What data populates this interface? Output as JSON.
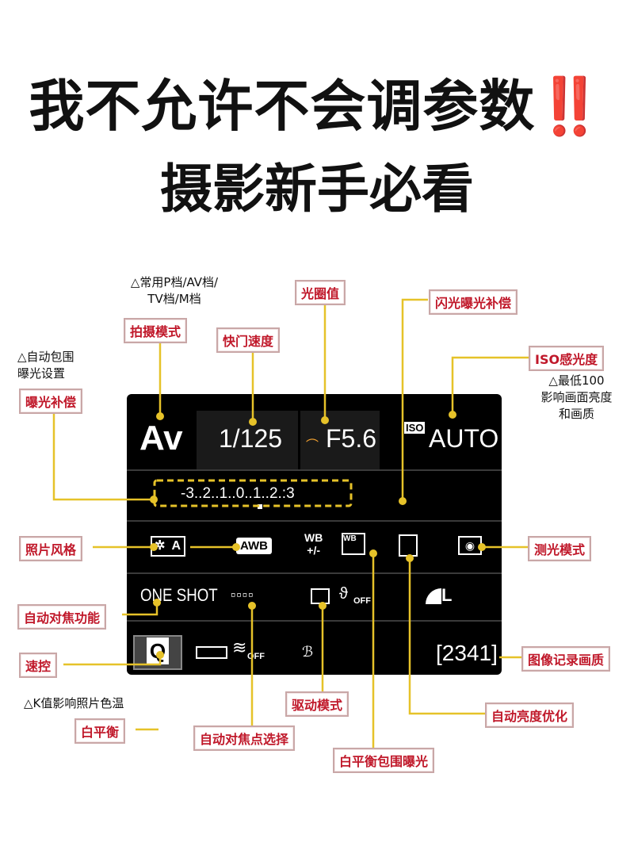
{
  "title": {
    "line1": "我不允许不会调参数",
    "line1_mark": "‼️",
    "line2": "摄影新手必看"
  },
  "screen": {
    "mode": "Av",
    "shutter": "1/125",
    "aperture": "F5.6",
    "iso_badge": "ISO",
    "iso": "AUTO",
    "exposure_scale": "-3..2..1..0..1..2.:3",
    "picture_style": "A",
    "awb": "AWB",
    "wb_shift_top": "WB",
    "wb_shift_bottom": "+/-",
    "af_operation": "ONE SHOT",
    "quality_size": "L",
    "q_button": "Q",
    "wifi": "OFF",
    "shots": "[2341]"
  },
  "labels": {
    "shooting_mode": "拍摄模式",
    "shooting_mode_note": "△常用P档/AV档/\nTV档/M档",
    "aperture": "光圈值",
    "shutter": "快门速度",
    "flash_comp": "闪光曝光补偿",
    "iso": "ISO感光度",
    "iso_note": "△最低100\n影响画面亮度\n和画质",
    "exposure_comp": "曝光补偿",
    "exposure_comp_note": "△自动包围\n曝光设置",
    "picture_style": "照片风格",
    "metering": "测光模式",
    "af_operation": "自动对焦功能",
    "quick_control": "速控",
    "image_quality": "图像记录画质",
    "drive_mode": "驱动模式",
    "white_balance": "白平衡",
    "white_balance_note": "△K值影响照片色温",
    "auto_lighting": "自动亮度优化",
    "af_point": "自动对焦点选择",
    "wb_bracketing": "白平衡包围曝光"
  },
  "colors": {
    "tag_text": "#c0182a",
    "leader": "#e6c229",
    "screen": "#000000"
  }
}
